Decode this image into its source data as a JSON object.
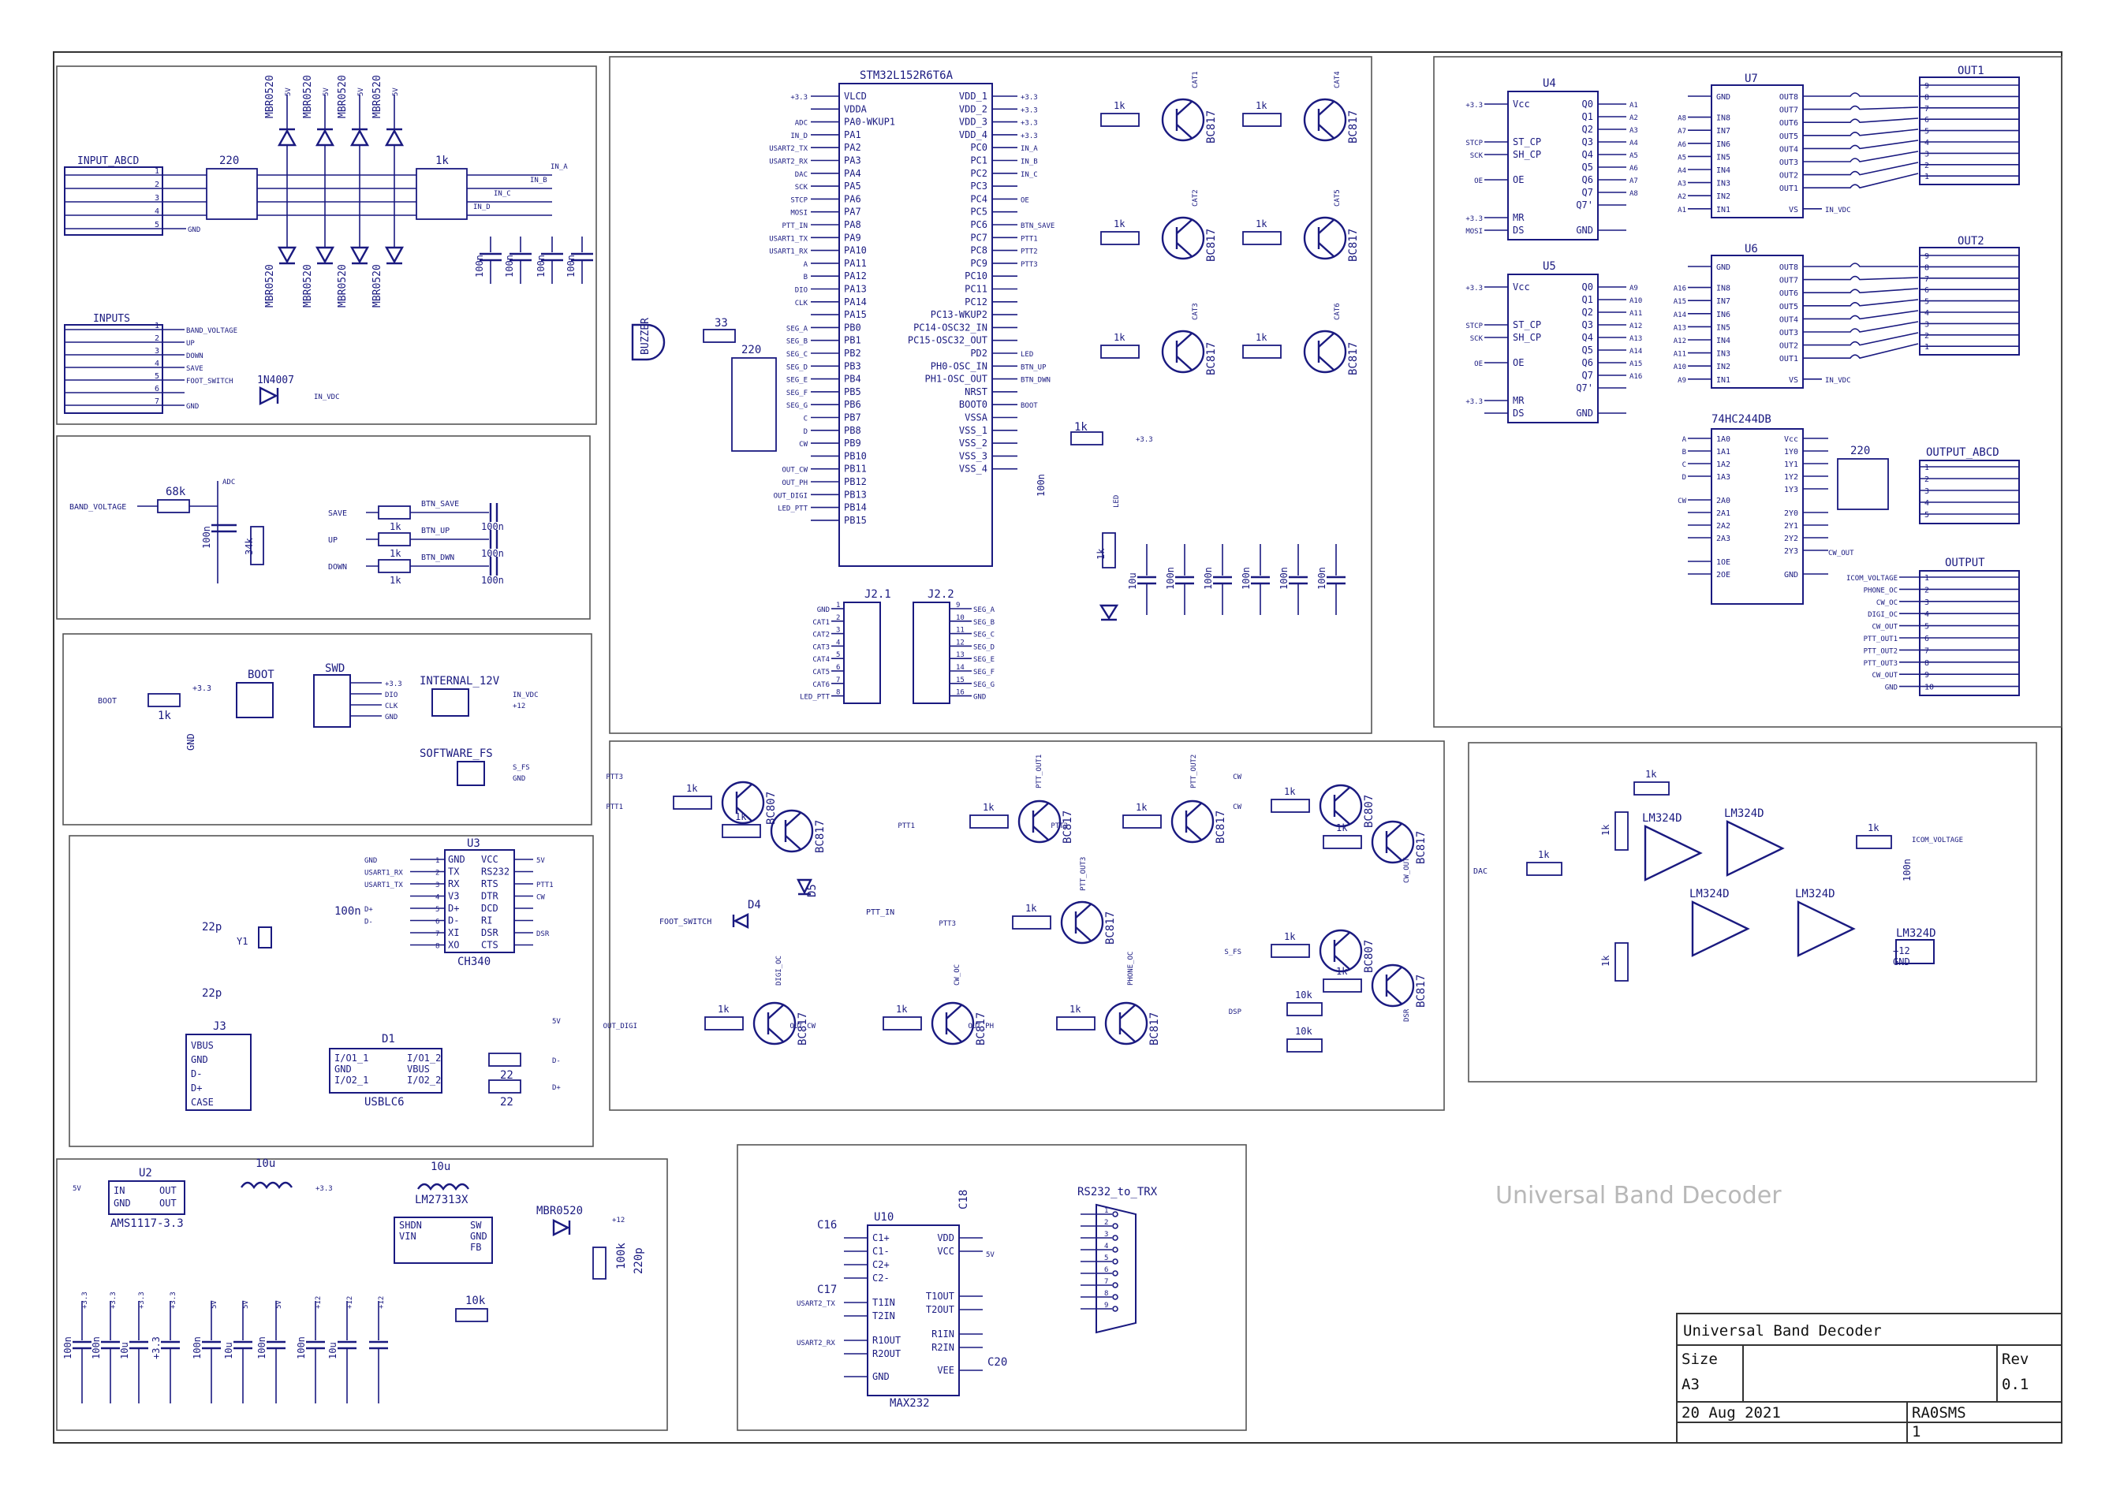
{
  "title_block": {
    "title": "Universal Band Decoder",
    "size_label": "Size",
    "size_value": "A3",
    "rev_label": "Rev",
    "rev_value": "0.1",
    "date": "20 Aug 2021",
    "author": "RA0SMS",
    "sheet": "1"
  },
  "watermark": "Universal Band Decoder",
  "mcu": {
    "name": "STM32L152R6T6A",
    "left_pins": [
      "VLCD",
      "VDDA",
      "PA0-WKUP1",
      "PA1",
      "PA2",
      "PA3",
      "PA4",
      "PA5",
      "PA6",
      "PA7",
      "PA8",
      "PA9",
      "PA10",
      "PA11",
      "PA12",
      "PA13",
      "PA14",
      "PA15",
      "PB0",
      "PB1",
      "PB2",
      "PB3",
      "PB4",
      "PB5",
      "PB6",
      "PB7",
      "PB8",
      "PB9",
      "PB10",
      "PB11",
      "PB12",
      "PB13",
      "PB14",
      "PB15"
    ],
    "left_nets": [
      "+3.3",
      "",
      "ADC",
      "IN_D",
      "USART2_TX",
      "USART2_RX",
      "DAC",
      "SCK",
      "STCP",
      "MOSI",
      "PTT_IN",
      "USART1_TX",
      "USART1_RX",
      "A",
      "B",
      "DIO",
      "CLK",
      "",
      "SEG_A",
      "SEG_B",
      "SEG_C",
      "SEG_D",
      "SEG_E",
      "SEG_F",
      "SEG_G",
      "C",
      "D",
      "CW",
      "",
      "OUT_CW",
      "OUT_PH",
      "OUT_DIGI",
      "LED_PTT",
      ""
    ],
    "right_pins": [
      "VDD_1",
      "VDD_2",
      "VDD_3",
      "VDD_4",
      "PC0",
      "PC1",
      "PC2",
      "PC3",
      "PC4",
      "PC5",
      "PC6",
      "PC7",
      "PC8",
      "PC9",
      "PC10",
      "PC11",
      "PC12",
      "PC13-WKUP2",
      "PC14-OSC32_IN",
      "PC15-OSC32_OUT",
      "PD2",
      "PH0-OSC_IN",
      "PH1-OSC_OUT",
      "NRST",
      "BOOT0",
      "VSSA",
      "VSS_1",
      "VSS_2",
      "VSS_3",
      "VSS_4"
    ],
    "right_nets": [
      "+3.3",
      "+3.3",
      "+3.3",
      "+3.3",
      "IN_A",
      "IN_B",
      "IN_C",
      "",
      "OE",
      "",
      "BTN_SAVE",
      "PTT1",
      "PTT2",
      "PTT3",
      "",
      "",
      "",
      "",
      "",
      "",
      "LED",
      "BTN_UP",
      "BTN_DWN",
      "",
      "BOOT",
      "",
      "",
      "",
      "",
      ""
    ]
  },
  "input_abcd": {
    "name": "INPUT_ABCD",
    "pins": [
      "1",
      "2",
      "3",
      "4",
      "5"
    ],
    "gnd": "GND",
    "res": "220",
    "res2": "1k",
    "diodes": [
      "MBR0520",
      "MBR0520",
      "MBR0520",
      "MBR0520"
    ],
    "nets": [
      "IN_A",
      "IN_B",
      "IN_C",
      "IN_D"
    ],
    "caps": [
      "100n",
      "100n",
      "100n",
      "100n"
    ],
    "rail": "5V"
  },
  "inputs": {
    "name": "INPUTS",
    "pins": [
      "1",
      "2",
      "3",
      "4",
      "5",
      "6",
      "7"
    ],
    "nets": [
      "BAND_VOLTAGE",
      "UP",
      "DOWN",
      "SAVE",
      "FOOT_SWITCH",
      "",
      "GND"
    ],
    "diode": "1N4007",
    "diode_net": "IN_VDC"
  },
  "band_voltage": {
    "net": "BAND_VOLTAGE",
    "r1": "68k",
    "r2": "34k",
    "c": "100n",
    "adc": "ADC"
  },
  "buttons": {
    "items": [
      {
        "in": "SAVE",
        "res": "1k",
        "net": "BTN_SAVE",
        "cap": "100n"
      },
      {
        "in": "UP",
        "res": "1k",
        "net": "BTN_UP",
        "cap": "100n"
      },
      {
        "in": "DOWN",
        "res": "1k",
        "net": "BTN_DWN",
        "cap": "100n"
      }
    ]
  },
  "boot": {
    "label": "BOOT",
    "net": "BOOT",
    "res": "1k",
    "rail": "+3.3",
    "gnd": "GND"
  },
  "swd": {
    "label": "SWD",
    "nets": [
      "+3.3",
      "DIO",
      "CLK",
      "GND"
    ]
  },
  "internal_12v": {
    "label": "INTERNAL_12V",
    "nets": [
      "IN_VDC",
      "+12"
    ]
  },
  "software_fs": {
    "label": "SOFTWARE_FS",
    "nets": [
      "S_FS",
      "GND"
    ]
  },
  "ch340": {
    "name": "U3",
    "part": "CH340",
    "left": [
      "GND",
      "TX",
      "RX",
      "V3",
      "D+",
      "D-",
      "XI",
      "XO"
    ],
    "right": [
      "VCC",
      "RS232",
      "RTS",
      "DTR",
      "DCD",
      "RI",
      "DSR",
      "CTS"
    ],
    "left_nets": [
      "GND",
      "USART1_RX",
      "USART1_TX",
      "",
      "D+",
      "D-",
      "",
      ""
    ],
    "right_nets": [
      "5V",
      "",
      "PTT1",
      "CW",
      "",
      "",
      "DSR",
      ""
    ],
    "caps": [
      "22p",
      "22p",
      "100n"
    ],
    "xtal": "Y1"
  },
  "usb": {
    "conn": "J3",
    "pins": [
      "VBUS",
      "GND",
      "D-",
      "D+",
      "CASE"
    ],
    "esd": "D1",
    "esd_part": "USBLC6",
    "esd_pins": [
      "I/O1_1",
      "GND",
      "I/O2_1",
      "I/O1_2",
      "VBUS",
      "I/O2_2"
    ],
    "res": [
      "22",
      "22"
    ],
    "nets": [
      "5V",
      "D-",
      "D+"
    ]
  },
  "power": {
    "ldo": "U2",
    "ldo_part": "AMS1117-3.3",
    "ldo_pins": [
      "IN",
      "GND",
      "OUT",
      "OUT"
    ],
    "ind": "10u",
    "rail_in": "5V",
    "rail_out": "+3.3",
    "boost": "LM27313X",
    "boost_pins": [
      "SHDN",
      "VIN",
      "SW",
      "GND",
      "FB"
    ],
    "boost_ind": "10u",
    "boost_diode": "MBR0520",
    "boost_out": "+12",
    "r_fb1": "100k",
    "r_fb2": "10k",
    "c_fb": "220p",
    "decoupling": [
      "100n",
      "100n",
      "10u",
      "+3.3",
      "100n",
      "10u",
      "100n",
      "100n",
      "10u"
    ],
    "rails": [
      "+3.3",
      "+3.3",
      "+3.3",
      "+3.3",
      "5V",
      "5V",
      "5V",
      "+12",
      "+12",
      "+12"
    ]
  },
  "display": {
    "buzzer": "BUZZER",
    "buzzer_res": "33",
    "seg_res": "220",
    "j21": "J2.1",
    "j22": "J2.2",
    "j21_nets": [
      "GND",
      "CAT1",
      "CAT2",
      "CAT3",
      "CAT4",
      "CAT5",
      "CAT6",
      "LED_PTT"
    ],
    "j21_pins": [
      "1",
      "2",
      "3",
      "4",
      "5",
      "6",
      "7",
      "8"
    ],
    "j22_nets": [
      "SEG_A",
      "SEG_B",
      "SEG_C",
      "SEG_D",
      "SEG_E",
      "SEG_F",
      "SEG_G",
      "GND"
    ],
    "j22_pins": [
      "9",
      "10",
      "11",
      "12",
      "13",
      "14",
      "15",
      "16"
    ]
  },
  "cathode_drivers": {
    "transistor": "BC817",
    "res": "1k",
    "cats": [
      "CAT1",
      "CAT4",
      "CAT2",
      "CAT5",
      "CAT3",
      "CAT6"
    ]
  },
  "nrst": {
    "res": "1k",
    "rail": "+3.3",
    "cap": "100n"
  },
  "led": {
    "net": "LED",
    "res": "1k"
  },
  "mcu_caps": [
    "10u",
    "100n",
    "100n",
    "100n",
    "100n",
    "100n"
  ],
  "shift_regs": [
    {
      "name": "U4",
      "left": [
        "Vcc",
        "ST_CP",
        "SH_CP",
        "OE",
        "MR",
        "DS"
      ],
      "right": [
        "Q0",
        "Q1",
        "Q2",
        "Q3",
        "Q4",
        "Q5",
        "Q6",
        "Q7",
        "Q7'",
        "GND"
      ],
      "outs": [
        "A1",
        "A2",
        "A3",
        "A4",
        "A5",
        "A6",
        "A7",
        "A8"
      ],
      "in_nets": [
        "+3.3",
        "STCP",
        "SCK",
        "OE",
        "+3.3",
        "MOSI"
      ]
    },
    {
      "name": "U5",
      "left": [
        "Vcc",
        "ST_CP",
        "SH_CP",
        "OE",
        "MR",
        "DS"
      ],
      "right": [
        "Q0",
        "Q1",
        "Q2",
        "Q3",
        "Q4",
        "Q5",
        "Q6",
        "Q7",
        "Q7'",
        "GND"
      ],
      "outs": [
        "A9",
        "A10",
        "A11",
        "A12",
        "A13",
        "A14",
        "A15",
        "A16"
      ],
      "in_nets": [
        "+3.3",
        "STCP",
        "SCK",
        "OE",
        "+3.3",
        ""
      ]
    }
  ],
  "drivers": [
    {
      "name": "U7",
      "out": "OUT1",
      "ins": [
        "A8",
        "A7",
        "A6",
        "A5",
        "A4",
        "A3",
        "A2",
        "A1"
      ],
      "left_pins": [
        "GND",
        "IN8",
        "IN7",
        "IN6",
        "IN5",
        "IN4",
        "IN3",
        "IN2",
        "IN1"
      ],
      "right_pins": [
        "OUT8",
        "OUT7",
        "OUT6",
        "OUT5",
        "OUT4",
        "OUT3",
        "OUT2",
        "OUT1",
        "VS"
      ],
      "vs": "IN_VDC",
      "conn_pins": [
        "9",
        "8",
        "7",
        "6",
        "5",
        "4",
        "3",
        "2",
        "1"
      ]
    },
    {
      "name": "U6",
      "out": "OUT2",
      "ins": [
        "A16",
        "A15",
        "A14",
        "A13",
        "A12",
        "A11",
        "A10",
        "A9"
      ],
      "left_pins": [
        "GND",
        "IN8",
        "IN7",
        "IN6",
        "IN5",
        "IN4",
        "IN3",
        "IN2",
        "IN1"
      ],
      "right_pins": [
        "OUT8",
        "OUT7",
        "OUT6",
        "OUT5",
        "OUT4",
        "OUT3",
        "OUT2",
        "OUT1",
        "VS"
      ],
      "vs": "IN_VDC",
      "conn_pins": [
        "9",
        "8",
        "7",
        "6",
        "5",
        "4",
        "3",
        "2",
        "1"
      ]
    }
  ],
  "buffer": {
    "name": "74HC244DB",
    "left": [
      "1A0",
      "1A1",
      "1A2",
      "1A3",
      "2A0",
      "2A1",
      "2A2",
      "2A3",
      "1OE",
      "2OE"
    ],
    "right": [
      "Vcc",
      "1Y0",
      "1Y1",
      "1Y2",
      "1Y3",
      "2Y0",
      "2Y1",
      "2Y2",
      "2Y3",
      "GND"
    ],
    "in_nets": [
      "A",
      "B",
      "C",
      "D",
      "CW"
    ],
    "out_res": "220",
    "out_conn": "OUTPUT_ABCD",
    "out_pins": [
      "1",
      "2",
      "3",
      "4",
      "5"
    ],
    "cw_out": "CW_OUT"
  },
  "output": {
    "name": "OUTPUT",
    "pins": [
      "1",
      "2",
      "3",
      "4",
      "5",
      "6",
      "7",
      "8",
      "9",
      "10"
    ],
    "nets": [
      "ICOM_VOLTAGE",
      "PHONE_OC",
      "CW_OC",
      "DIGI_OC",
      "CW_OUT",
      "PTT_OUT1",
      "PTT_OUT2",
      "PTT_OUT3",
      "CW_OUT",
      "GND"
    ]
  },
  "opamp": {
    "part": "LM324D",
    "res": [
      "1k",
      "1k",
      "1k",
      "1k",
      "1k"
    ],
    "cap": "100n",
    "in": "DAC",
    "out": "ICOM_VOLTAGE",
    "supply": [
      "+12",
      "GND"
    ]
  },
  "ptt": {
    "in": "PTT1",
    "foot": "FOOT_SWITCH",
    "ptt_in": "PTT_IN",
    "diodes": [
      "D4",
      "D5"
    ],
    "transistors": [
      "BC807",
      "BC817"
    ],
    "res": "1k",
    "res10k": "10k",
    "nets": [
      "PTT_OUT1",
      "PTT_OUT2",
      "PTT_OUT3",
      "CW_OUT",
      "DSR",
      "DIGI_OC",
      "CW_OC",
      "PHONE_OC"
    ],
    "ins": [
      "PTT1",
      "PTT2",
      "PTT3",
      "CW",
      "S_FS",
      "DSP",
      "OUT_DIGI",
      "OUT_CW",
      "OUT_PH"
    ]
  },
  "max232": {
    "name": "U10",
    "part": "MAX232",
    "left": [
      "C1+",
      "C1-",
      "C2+",
      "C2-",
      "T1IN",
      "T2IN",
      "R1OUT",
      "R2OUT",
      "GND"
    ],
    "right": [
      "VDD",
      "VCC",
      "T1OUT",
      "T2OUT",
      "R1IN",
      "R2IN",
      "VEE"
    ],
    "caps": [
      "C16",
      "C17",
      "C18",
      "C20"
    ],
    "conn": "RS232_to_TRX",
    "nets": [
      "USART2_TX",
      "USART2_RX",
      "5V",
      "GND"
    ]
  }
}
